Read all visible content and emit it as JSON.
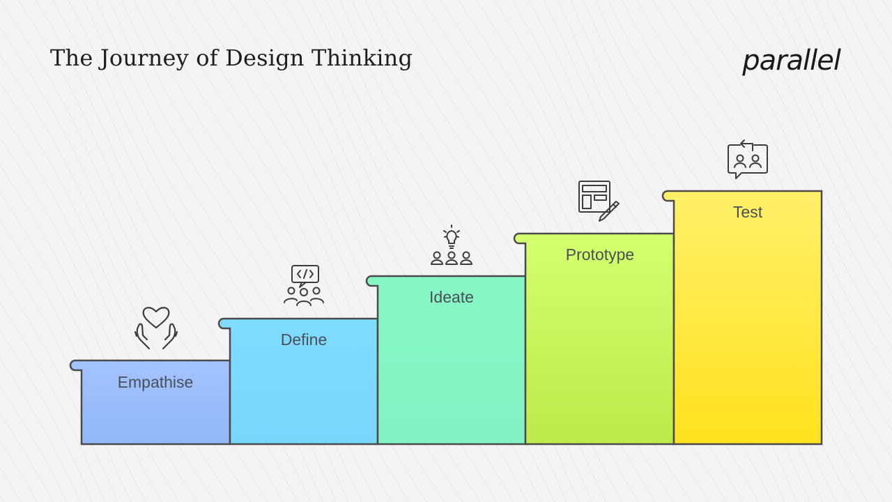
{
  "header": {
    "title": "The Journey of Design Thinking",
    "logo_text": "parallel"
  },
  "steps": [
    {
      "label": "Empathise",
      "icon": "heart-hands-icon",
      "color_top": "#a3c3ff",
      "color_bottom": "#92b8f7"
    },
    {
      "label": "Define",
      "icon": "team-code-icon",
      "color_top": "#7fdcff",
      "color_bottom": "#79d6fb"
    },
    {
      "label": "Ideate",
      "icon": "lightbulb-team-icon",
      "color_top": "#86f7c4",
      "color_bottom": "#83f2c3"
    },
    {
      "label": "Prototype",
      "icon": "layout-pencil-icon",
      "color_top": "#d4ff6e",
      "color_bottom": "#bde94b"
    },
    {
      "label": "Test",
      "icon": "user-feedback-icon",
      "color_top": "#fff06a",
      "color_bottom": "#ffe21f"
    }
  ]
}
